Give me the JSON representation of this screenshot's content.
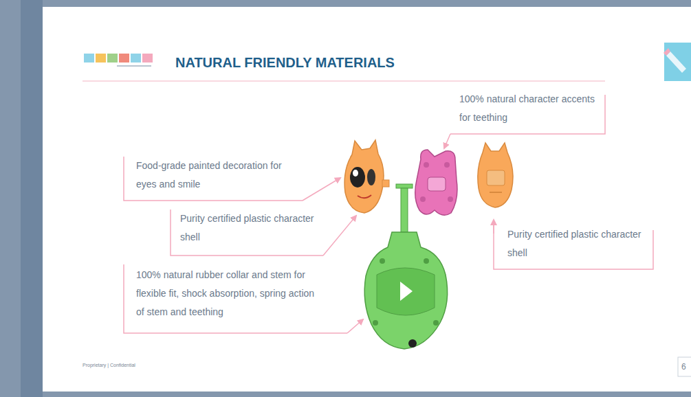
{
  "diagram": {
    "title": "NATURAL FRIENDLY MATERIALS",
    "labels": [
      "100% natural character accents for teething",
      "Food-grade painted decoration for eyes and smile",
      "Purity certified plastic character shell",
      "100% natural rubber collar and stem for flexible fit, shock absorption, spring action of stem and teething",
      "Purity certified plastic character shell",
      "Proprietary | Confidential",
      "6"
    ]
  }
}
